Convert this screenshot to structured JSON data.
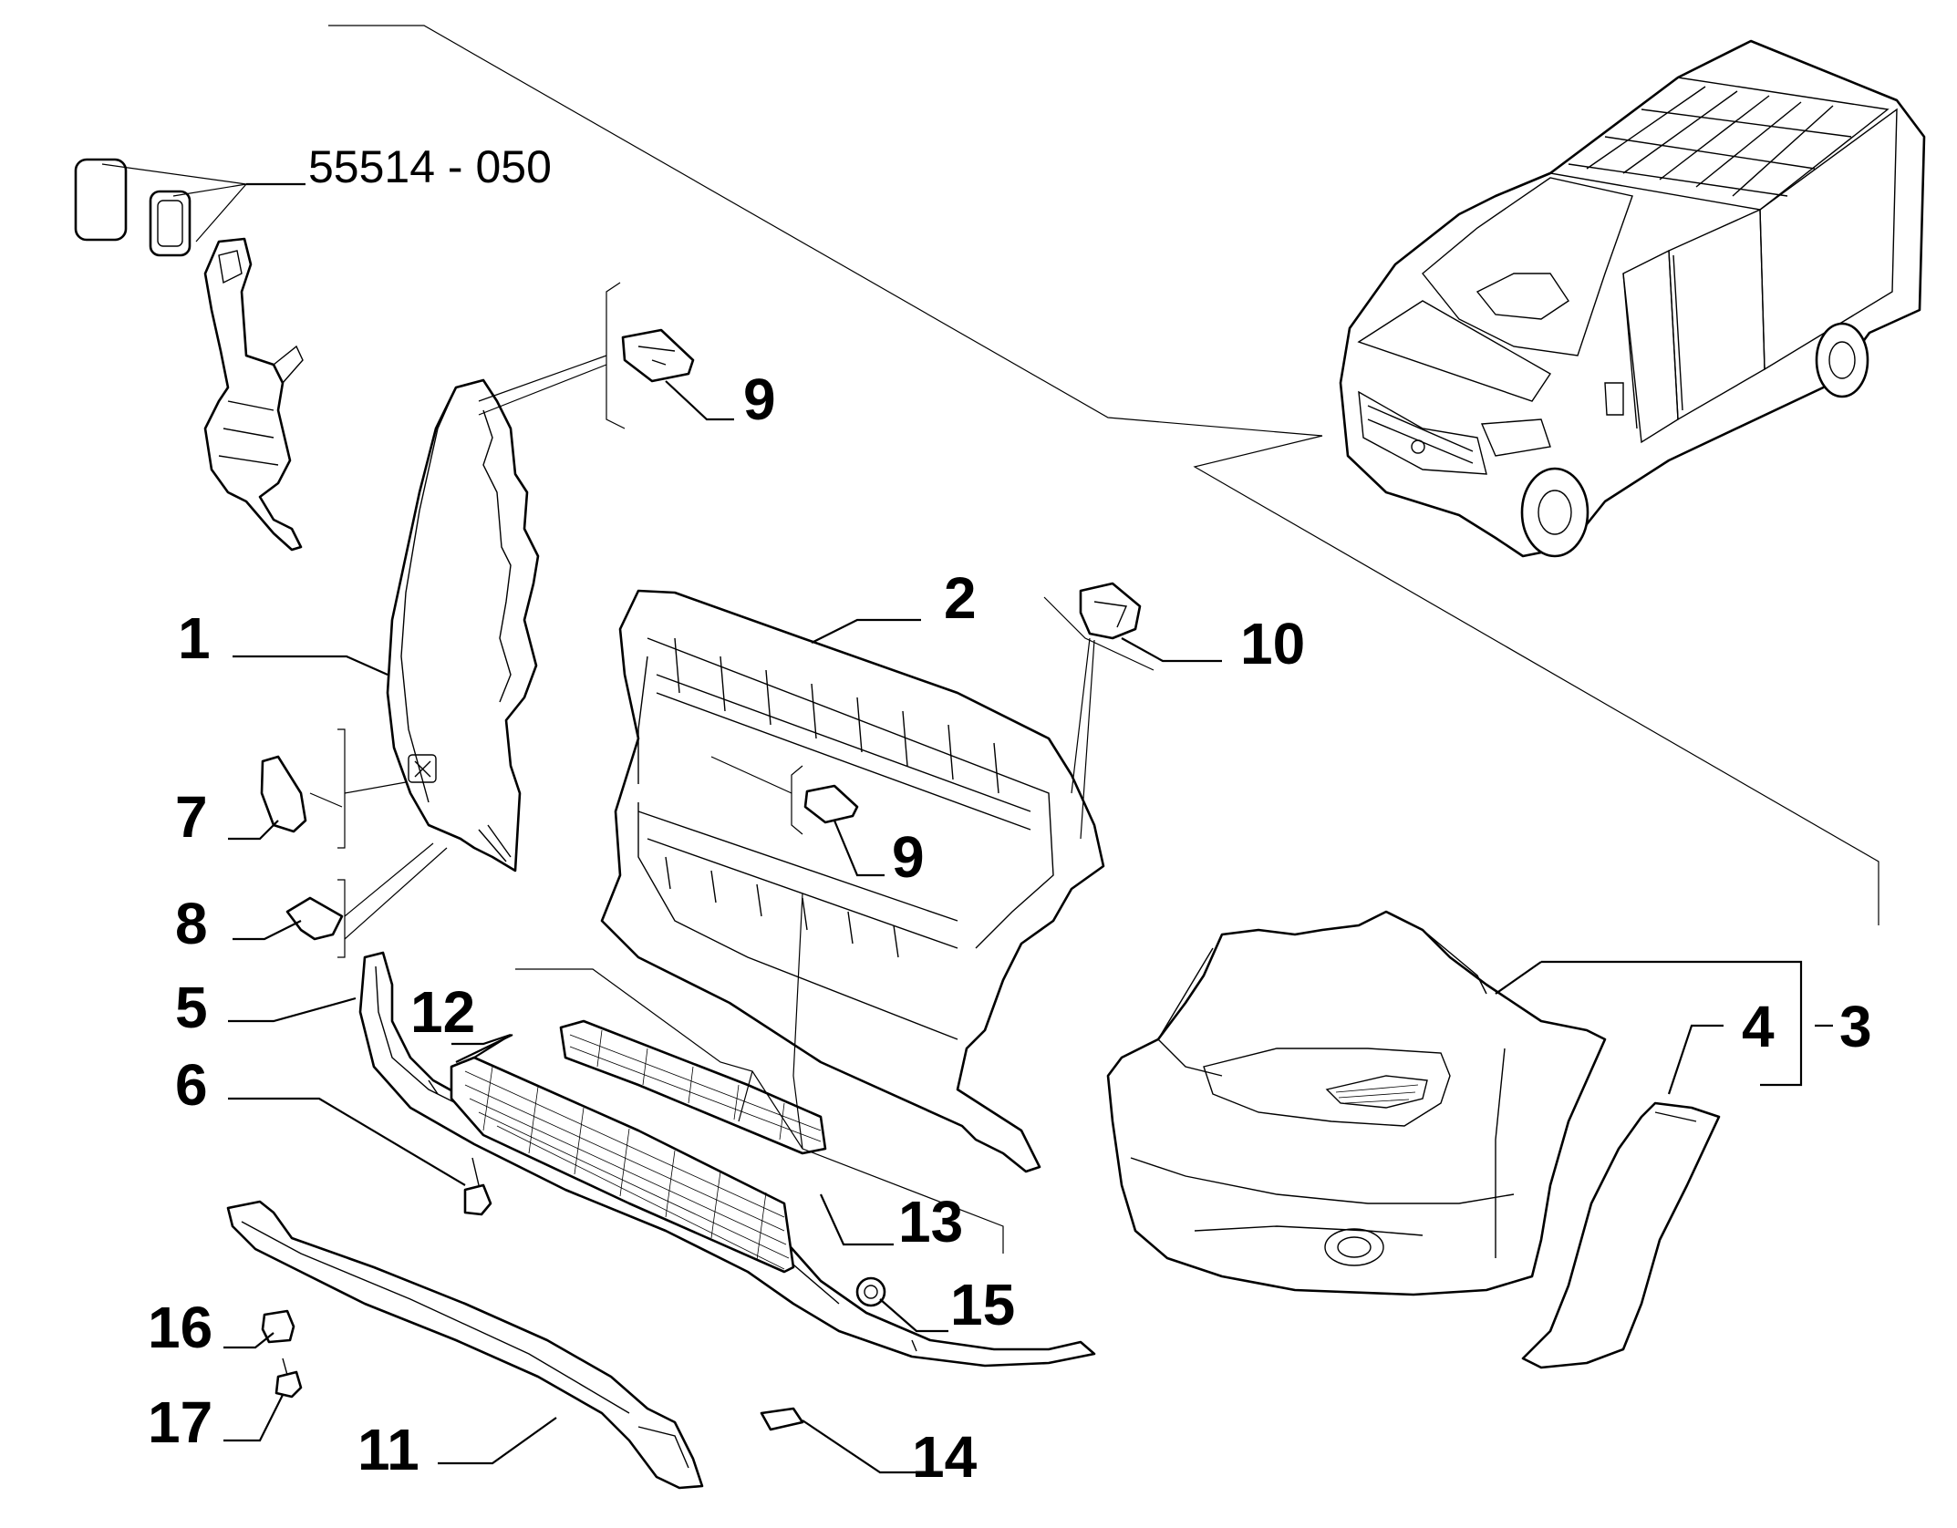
{
  "diagram": {
    "reference_code": "55514 - 050",
    "callouts": [
      {
        "id": "c1",
        "label": "1"
      },
      {
        "id": "c2",
        "label": "2"
      },
      {
        "id": "c3",
        "label": "3"
      },
      {
        "id": "c4",
        "label": "4"
      },
      {
        "id": "c5",
        "label": "5"
      },
      {
        "id": "c6",
        "label": "6"
      },
      {
        "id": "c7",
        "label": "7"
      },
      {
        "id": "c8",
        "label": "8"
      },
      {
        "id": "c9a",
        "label": "9"
      },
      {
        "id": "c9b",
        "label": "9"
      },
      {
        "id": "c10",
        "label": "10"
      },
      {
        "id": "c11",
        "label": "11"
      },
      {
        "id": "c12",
        "label": "12"
      },
      {
        "id": "c13",
        "label": "13"
      },
      {
        "id": "c14",
        "label": "14"
      },
      {
        "id": "c15",
        "label": "15"
      },
      {
        "id": "c16",
        "label": "16"
      },
      {
        "id": "c17",
        "label": "17"
      }
    ]
  }
}
